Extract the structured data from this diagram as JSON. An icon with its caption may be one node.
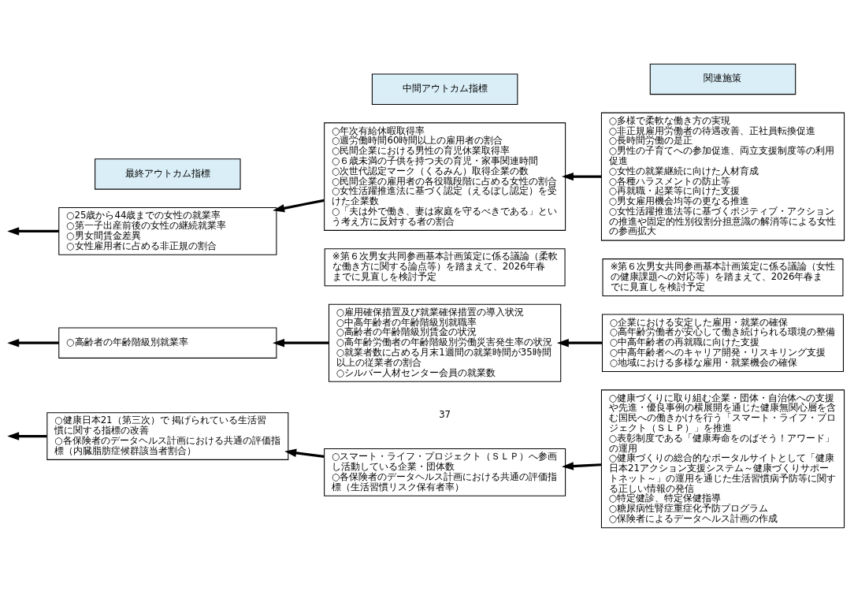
{
  "diagram": {
    "nodes": [
      {
        "text": [
          "最終アウトカム指標"
        ]
      },
      {
        "text": [
          "中間アウトカム指標"
        ]
      },
      {
        "text": [
          "関連施策"
        ]
      },
      {
        "text": [
          "○25歳から44歳までの女性の就業率",
          "○第一子出産前後の女性の継続就業率",
          "○男女間賃金差異",
          "○女性雇用者に占める非正規の割合"
        ]
      },
      {
        "text": [
          "○年次有給休暇取得率",
          "○週労働時間60時間以上の雇用者の割合",
          "○民間企業における男性の育児休業取得率",
          "○６歳未満の子供を持つ夫の育児・家事関連時間",
          "○次世代認定マーク（くるみん）取得企業の数",
          "○民間企業の雇用者の各役職段階に占める女性の割合",
          "○女性活躍推進法に基づく認定（えるぼし認定）を受けた企業数",
          "○「夫は外で働き、妻は家庭を守るべきである」という考え方に反対する者の割合"
        ]
      },
      {
        "text": [
          "○多様で柔軟な働き方の実現",
          "○非正規雇用労働者の待遇改善、正社員転換促進",
          "○長時間労働の是正",
          "○男性の子育てへの参加促進、両立支援制度等の利用促進",
          "○女性の就業継続に向けた人材育成",
          "○各種ハラスメントの防止等",
          "○再就職・起業等に向けた支援",
          "○男女雇用機会均等の更なる推進",
          "○女性活躍推進法等に基づくポジティブ・アクションの推進や固定的性別役割分担意識の解消等による女性の参画拡大"
        ]
      },
      {
        "text": [
          "※第６次男女共同参画基本計画策定に係る議論（柔軟な働き方に関する論点等）を踏まえて、2026年春までに見直しを検討予定"
        ]
      },
      {
        "text": [
          "※第６次男女共同参画基本計画策定に係る議論（女性の健康課題への対応等）を踏まえて、2026年春までに見直しを検討予定"
        ]
      },
      {
        "text": [
          "○高齢者の年齢階級別就業率"
        ]
      },
      {
        "text": [
          "○雇用確保措置及び就業確保措置の導入状況",
          "○中高年齢者の年齢階級別就職率",
          "○高齢者の年齢階級別賃金の状況",
          "○高年齢労働者の年齢階級別労働災害発生率の状況",
          "○就業者数に占める月末1週間の就業時間が35時間以上の従業者の割合",
          "○シルバー人材センター会員の就業数"
        ]
      },
      {
        "text": [
          "○企業における安定した雇用・就業の確保",
          "○高年齢労働者が安心して働き続けられる環境の整備",
          "○中高年齢者の再就職に向けた支援",
          "○中高年齢者へのキャリア開発・リスキリング支援",
          "○地域における多様な雇用・就業機会の確保"
        ]
      },
      {
        "text": [
          "○健康日本21（第三次）で 掲げられている生活習慣に関する指標の改善",
          "○各保険者のデータヘルス計画における共通の評価指標（内臓脂肪症候群該当者割合）"
        ]
      },
      {
        "text": [
          "○スマート・ライフ・プロジェクト（ＳＬＰ）へ参画し活動している企業・団体数",
          "○各保険者のデータヘルス計画における共通の評価指標（生活習慣リスク保有者率）"
        ]
      },
      {
        "text": [
          "○健康づくりに取り組む企業・団体・自治体への支援や先進・優良事例の横展開を通じた健康無関心層を含む国民への働きかけを行う「スマート・ライフ・プロジェクト（ＳＬＰ）」を推進",
          "○表彰制度である「健康寿命をのばそう！アワード」の運用",
          "○健康づくりの総合的なポータルサイトとして「健康日本21アクション支援システム～健康づくりサポートネット～」の運用を通じた生活習慣病予防等に関する正しい情報の発信",
          "○特定健診、特定保健指導",
          "○糖尿病性腎症重症化予防プログラム",
          "○保険者によるデータヘルス計画の作成"
        ]
      }
    ],
    "edges": [
      {
        "from": 5,
        "to": 4,
        "arrow": "to"
      },
      {
        "from": 4,
        "to": 3,
        "arrow": "to"
      },
      {
        "from": 10,
        "to": 9,
        "arrow": "to"
      },
      {
        "from": 9,
        "to": 8,
        "arrow": "to"
      },
      {
        "from": 13,
        "to": 12,
        "arrow": "to"
      },
      {
        "from": 12,
        "to": 11,
        "arrow": "to"
      },
      {
        "from": 3,
        "to": null,
        "arrow": "to"
      },
      {
        "from": 8,
        "to": null,
        "arrow": "to"
      },
      {
        "from": 11,
        "to": null,
        "arrow": "to"
      }
    ],
    "labels": [
      "37"
    ]
  }
}
